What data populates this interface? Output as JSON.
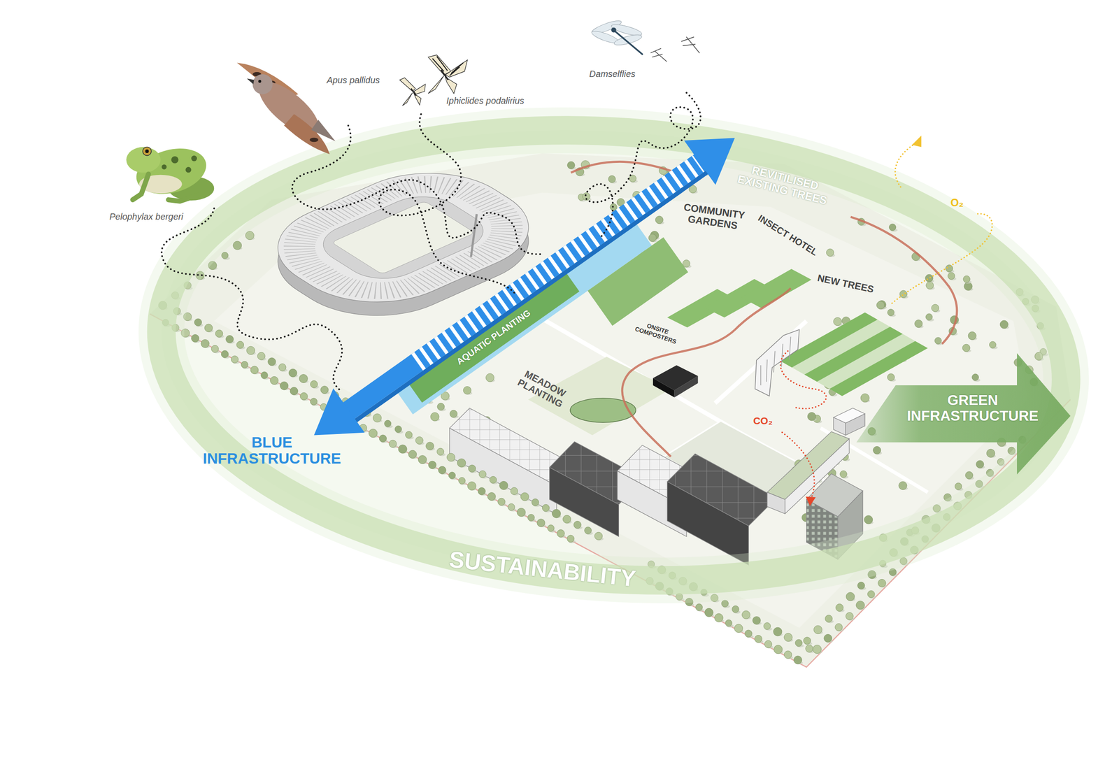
{
  "diagram": {
    "labels": [
      "Damselflies",
      "Apus pallidus",
      "Iphiclides podalirius",
      "REVITILISED EXISTING TREES",
      "COMMUNITY GARDENS",
      "O₂",
      "Pelophylax bergeri",
      "INSECT HOTEL",
      "NEW TREES",
      "ONSITE COMPOSTERS",
      "AQUATIC PLANTING",
      "MEADOW PLANTING",
      "GREEN INFRASTRUCTURE",
      "CO₂",
      "BLUE INFRASTRUCTURE",
      "SUSTAINABILITY"
    ]
  }
}
